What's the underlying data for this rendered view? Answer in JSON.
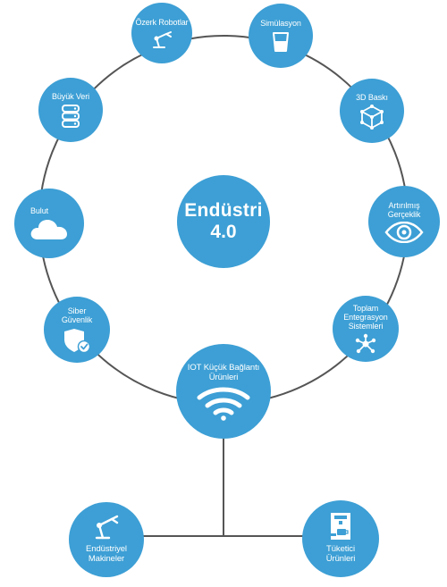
{
  "center": {
    "line1": "Endüstri",
    "line2": "4.0"
  },
  "nodes": {
    "autonomous_robots": {
      "label": "Özerk Robotlar",
      "icon": "robot-arm-icon"
    },
    "simulation": {
      "label": "Simülasyon",
      "icon": "beaker-icon"
    },
    "big_data": {
      "label": "Büyük Veri",
      "icon": "database-icon"
    },
    "printing_3d": {
      "label": "3D Baskı",
      "icon": "cube-icon"
    },
    "cloud": {
      "label": "Bulut",
      "icon": "cloud-icon"
    },
    "augmented_reality": {
      "label": "Artırılmış Gerçeklik",
      "icon": "eye-icon"
    },
    "cyber_security": {
      "label": "Siber Güvenlik",
      "icon": "shield-check-icon"
    },
    "system_integration": {
      "label": "Toplam Entegrasyon Sistemleri",
      "icon": "network-icon"
    },
    "iot": {
      "label": "IOT Küçük Bağlantı Ürünleri",
      "icon": "wifi-icon"
    },
    "industrial_machines": {
      "label": "Endüstriyel Makineler",
      "icon": "robot-arm-icon"
    },
    "consumer_products": {
      "label": "Tüketici Ürünleri",
      "icon": "coffee-machine-icon"
    }
  },
  "colors": {
    "node": "#3d9fd5",
    "ring": "#555555",
    "text": "#ffffff"
  }
}
